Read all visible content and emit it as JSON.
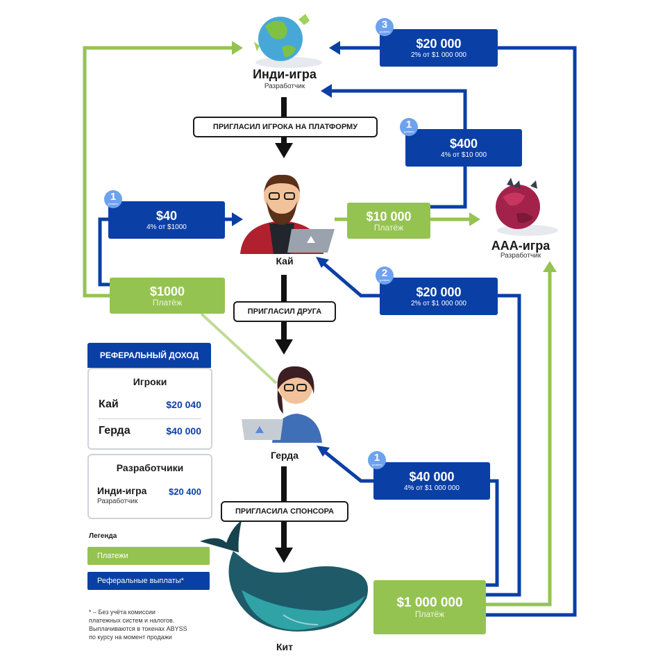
{
  "nodes": {
    "indie": {
      "title": "Инди-игра",
      "subtitle": "Разработчик"
    },
    "aaa": {
      "title": "ААА-игра",
      "subtitle": "Разработчик"
    },
    "kai": {
      "title": "Кай"
    },
    "gerda": {
      "title": "Герда"
    },
    "whale": {
      "title": "Кит"
    }
  },
  "steps": {
    "invite_player": "ПРИГЛАСИЛ ИГРОКА НА ПЛАТФОРМУ",
    "invite_friend": "ПРИГЛАСИЛ ДРУГА",
    "invite_sponsor": "ПРИГЛАСИЛА СПОНСОРА"
  },
  "flows": {
    "ref_indie_20000": {
      "amount": "$20 000",
      "note": "2% от $1 000 000",
      "level": "3",
      "level_word": "уровень"
    },
    "ref_indie_400": {
      "amount": "$400",
      "note": "4% от $10 000",
      "level": "1",
      "level_word": "уровень"
    },
    "ref_kai_40": {
      "amount": "$40",
      "note": "4% от $1000",
      "level": "1",
      "level_word": "уровень"
    },
    "pay_10000": {
      "amount": "$10 000",
      "note": "Платёж"
    },
    "pay_1000": {
      "amount": "$1000",
      "note": "Платёж"
    },
    "ref_kai_20000": {
      "amount": "$20 000",
      "note": "2% от $1 000 000",
      "level": "2",
      "level_word": "уровень"
    },
    "ref_gerda_40000": {
      "amount": "$40 000",
      "note": "4% от $1 000 000",
      "level": "1",
      "level_word": "уровень"
    },
    "pay_1000000": {
      "amount": "$1 000 000",
      "note": "Платёж"
    }
  },
  "referral_income": {
    "header": "РЕФЕРАЛЬНЫЙ ДОХОД",
    "players_title": "Игроки",
    "players": [
      {
        "name": "Кай",
        "value": "$20 040"
      },
      {
        "name": "Герда",
        "value": "$40 000"
      }
    ],
    "devs_title": "Разработчики",
    "devs": [
      {
        "name": "Инди-игра",
        "role": "Разработчик",
        "value": "$20 400"
      }
    ]
  },
  "legend": {
    "title": "Легенда",
    "payments": "Платежи",
    "referral_payouts": "Реферальные выплаты*"
  },
  "footnote": [
    "* – Без учёта комиссии",
    "платежных систем и налогов.",
    "Выплачиваются в токенах ABYSS",
    "по курсу на момент продажи"
  ],
  "colors": {
    "payment": "#95c351",
    "referral": "#0a3fa6",
    "badge": "#6ea2ef"
  }
}
